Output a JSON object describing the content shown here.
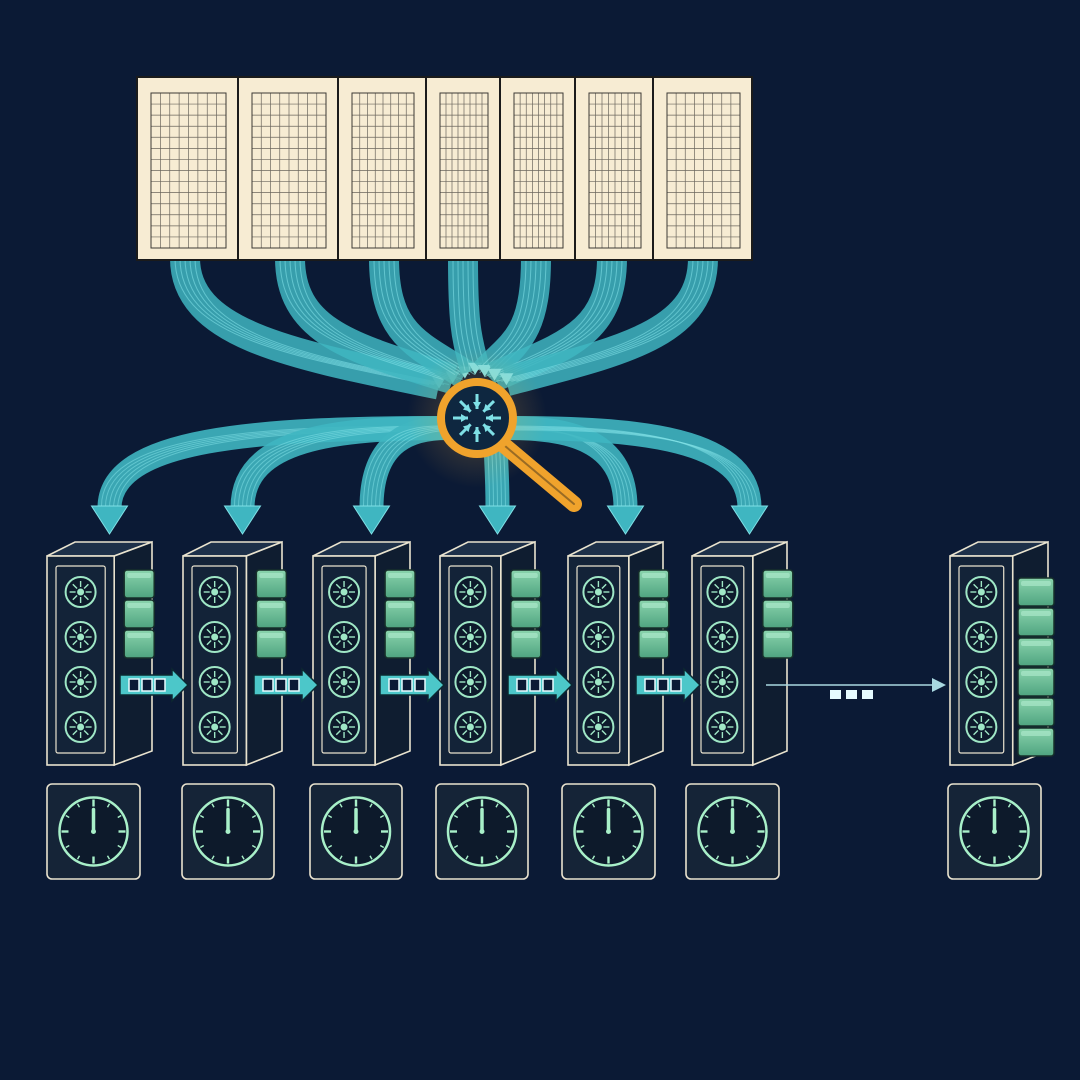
{
  "colors": {
    "background": "#0b1a35",
    "panel_fill": "#f7ecd3",
    "panel_grid": "#3c3a36",
    "flow_teal": "#3fb6c1",
    "flow_teal_light": "#7fe0e6",
    "magnifier_orange": "#f0a32c",
    "server_outline": "#e9e3cf",
    "server_face": "#132338",
    "module_green": "#6cc39c",
    "fan_green": "#9fe7c6",
    "arrow_teal": "#4cc7c9",
    "clock_green": "#a8f0c9",
    "clock_box": "#152437"
  },
  "icons": {
    "panels": "grid-panel-icon",
    "magnifier": "magnifier-icon",
    "server": "server-rack-icon",
    "clock": "clock-icon",
    "transfer": "transfer-arrow-icon",
    "ellipsis": "ellipsis-icon"
  },
  "diagram": {
    "panel_count": 7,
    "server_count": 7,
    "clock_count": 7,
    "transfer_arrow_count": 5,
    "final_server_module_count": 6,
    "server_module_count": 3,
    "fans_per_server": 4
  }
}
